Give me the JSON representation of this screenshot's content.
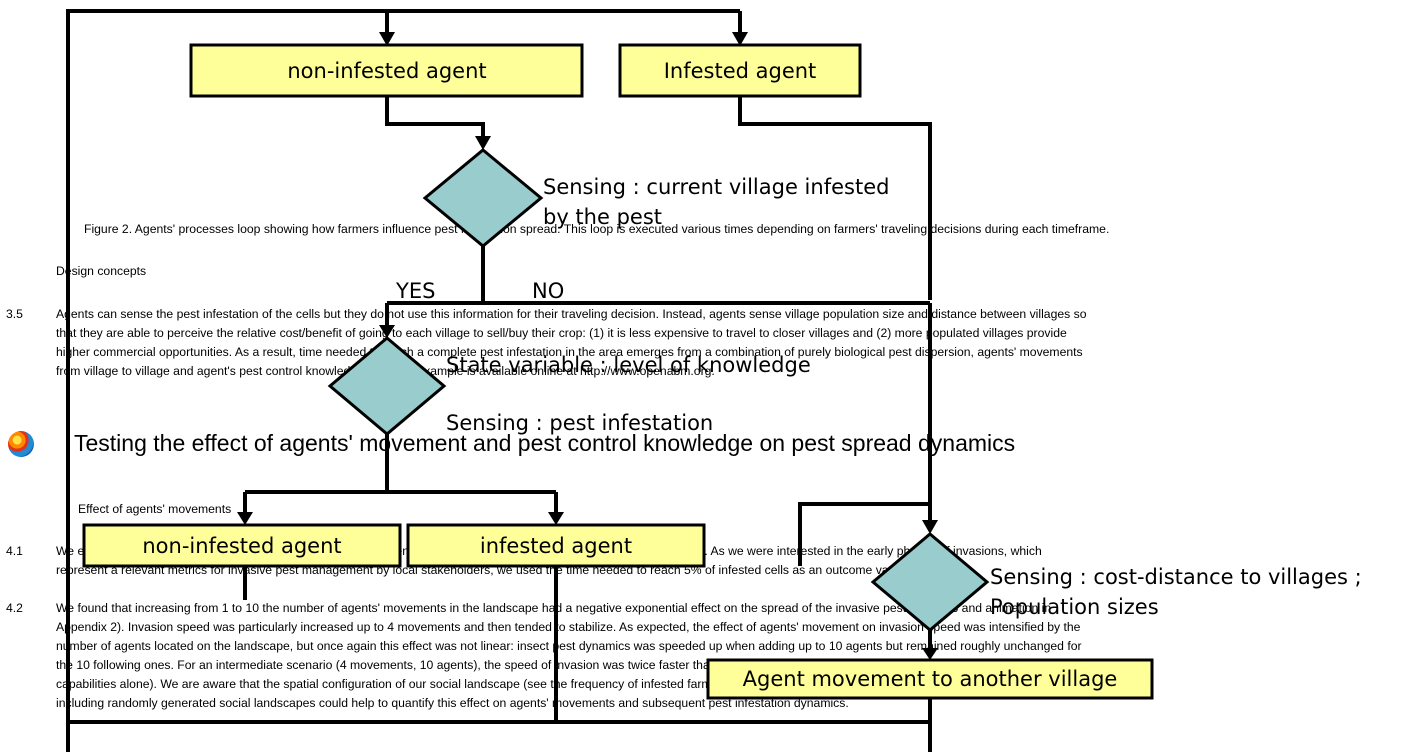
{
  "figure": {
    "caption": "Figure 2. Agents' processes loop showing how farmers influence pest infestation spread. This loop is executed various times depending on farmers' traveling decisions during each timeframe."
  },
  "diagram": {
    "box_non_infested_top": "non-infested agent",
    "box_infested_top": "Infested agent",
    "sensing_village": "Sensing : current village infested",
    "sensing_village_2": "by the pest",
    "yes": "YES",
    "no": "NO",
    "state_variable": "State variable : level of knowledge",
    "sensing_pest": "Sensing : pest infestation",
    "box_non_infested_bottom": "non-infested agent",
    "box_infested_bottom": "infested agent",
    "sensing_cost": "Sensing : cost-distance to villages ;",
    "population_sizes": "Population sizes",
    "agent_movement": "Agent movement to another village"
  },
  "design": {
    "heading": "Design concepts",
    "para_number": "3.5",
    "para_lines": [
      "Agents can sense the pest infestation of the cells but they do not use this information for their traveling decision. Instead, agents sense village population size and distance between villages so",
      "that they are able to perceive the relative cost/benefit of going to each village to sell/buy their crop: (1) it is less expensive to travel to closer villages and (2) more populated villages provide",
      "higher commercial opportunities. As a result, time needed to reach a complete pest infestation in the area emerges from a combination of purely biological pest dispersion, agents' movements",
      "from village to village and agent's pest control knowledge. A model example is available online at http://www.openabm.org."
    ]
  },
  "testing": {
    "title": "Testing the effect of agents' movement and pest control knowledge on pest spread dynamics",
    "subheading": "Effect of agents' movements",
    "para_41_number": "4.1",
    "para_41_lines": [
      "We examined with our ABM how the number of agents' movements per generation would impact pest invasion dynamics. As we were interested in the early phases of invasions, which",
      "represent a relevant metrics for invasive pest management by local stakeholders, we used the time needed to reach 5% of infested cells as an outcome variable."
    ],
    "para_42_number": "4.2",
    "para_42_lines": [
      "We found that increasing from 1 to 10 the number of agents' movements in the landscape had a negative exponential effect on the spread of the invasive pest (Figure 3 and animation in",
      "Appendix 2). Invasion speed was particularly increased up to 4 movements and then tended to stabilize. As expected, the effect of agents' movement on invasion speed was intensified by the",
      "number of agents located on the landscape, but once again this effect was not linear: insect pest dynamics was speeded up when adding up to 10 agents but remained roughly unchanged for",
      "the 10 following ones. For an intermediate scenario (4 movements, 10 agents), the speed of invasion was twice faster that of a purely biological spread (i.e. through insect's dispersion",
      "capabilities alone). We are aware that the spatial configuration of our social landscape (see the frequency of infested farmer movements in Figure 4) likely influenced our results. Further studies",
      "including randomly generated social landscapes could help to quantify this effect on agents' movements and subsequent pest infestation dynamics."
    ]
  }
}
